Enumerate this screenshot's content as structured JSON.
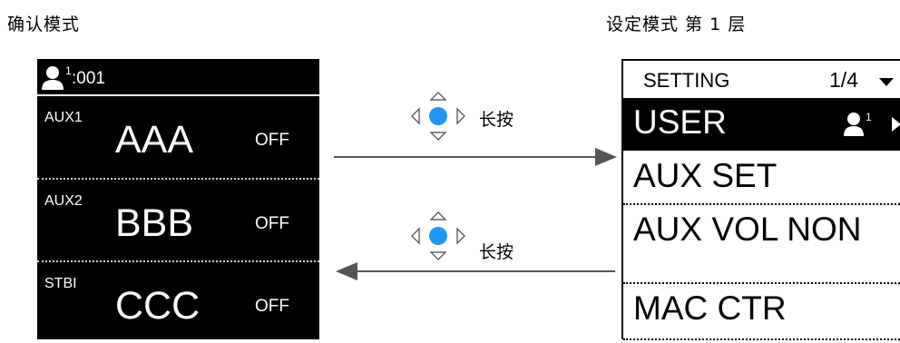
{
  "captions": {
    "left": "确认模式",
    "right": "设定模式  第 1 层"
  },
  "confirm_screen": {
    "header": {
      "user_icon": "user-icon",
      "user_number": "1",
      "user_id": ":001"
    },
    "rows": [
      {
        "aux": "AUX1",
        "name": "AAA",
        "state": "OFF"
      },
      {
        "aux": "AUX2",
        "name": "BBB",
        "state": "OFF"
      },
      {
        "aux": "STBI",
        "name": "CCC",
        "state": "OFF"
      }
    ]
  },
  "transitions": {
    "forward_hint": "长按",
    "back_hint": "长按",
    "center_button_color": "#2196f3"
  },
  "setting_screen": {
    "title": "SETTING",
    "page": "1/4",
    "items": [
      {
        "label": "USER",
        "selected": true,
        "icon": "user-icon",
        "icon_number": "1",
        "arrow": "right-arrow-icon"
      },
      {
        "label": "AUX SET",
        "selected": false
      },
      {
        "label": "AUX VOL NON",
        "selected": false
      },
      {
        "label": "MAC CTR",
        "selected": false
      }
    ]
  }
}
